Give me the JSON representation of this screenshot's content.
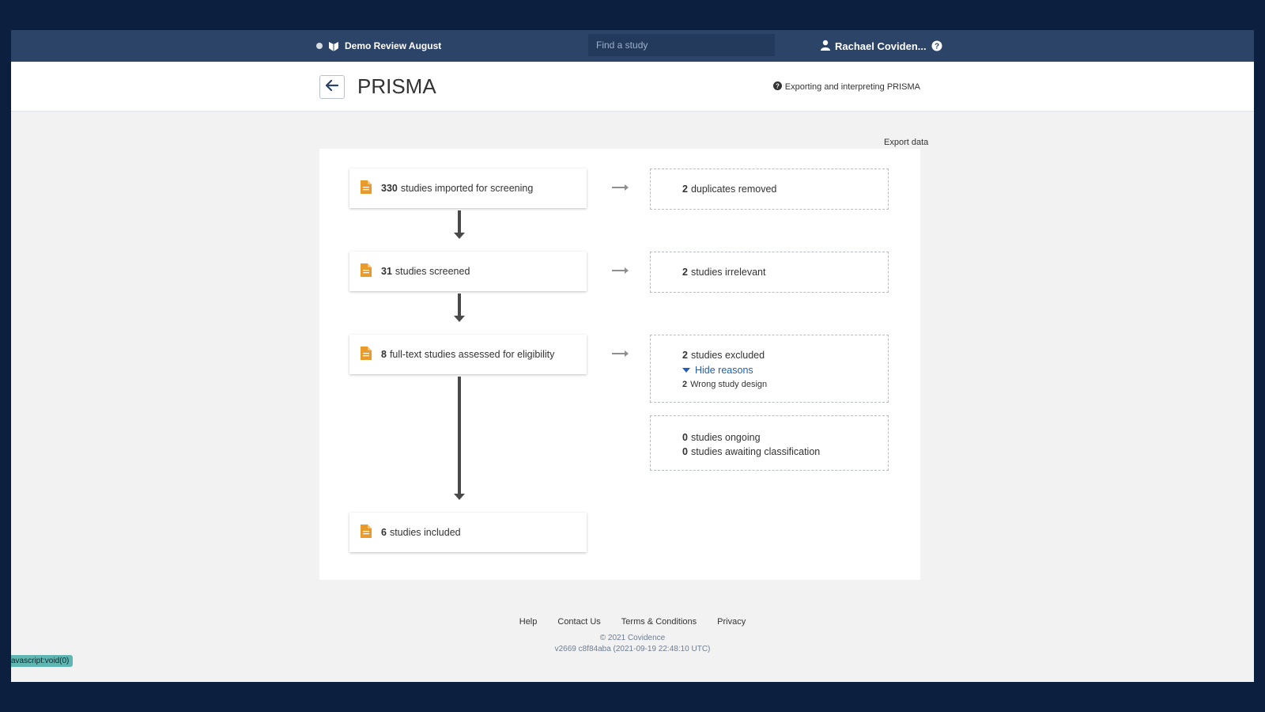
{
  "topbar": {
    "review_name": "Demo Review August",
    "search_placeholder": "Find a study",
    "user_name": "Rachael Coviden..."
  },
  "header": {
    "title": "PRISMA",
    "help_link": "Exporting and interpreting PRISMA"
  },
  "export_label": "Export data",
  "flow": {
    "imported": {
      "count": "330",
      "text": "studies imported for screening"
    },
    "screened": {
      "count": "31",
      "text": "studies screened"
    },
    "fulltext": {
      "count": "8",
      "text": "full-text studies assessed for eligibility"
    },
    "included": {
      "count": "6",
      "text": "studies included"
    }
  },
  "side": {
    "duplicates": {
      "count": "2",
      "text": "duplicates removed"
    },
    "irrelevant": {
      "count": "2",
      "text": "studies irrelevant"
    },
    "excluded": {
      "count": "2",
      "text": "studies excluded"
    },
    "hide_reasons": "Hide reasons",
    "reason": {
      "count": "2",
      "text": "Wrong study design"
    },
    "ongoing": {
      "count": "0",
      "text": "studies ongoing"
    },
    "awaiting": {
      "count": "0",
      "text": "studies awaiting classification"
    }
  },
  "footer": {
    "links": [
      "Help",
      "Contact Us",
      "Terms & Conditions",
      "Privacy"
    ],
    "copyright": "© 2021 Covidence",
    "version": "v2669 c8f84aba (2021-09-19 22:48:10 UTC)"
  },
  "status_url": "avascript:void(0)",
  "colors": {
    "accent": "#e89a2c",
    "nav": "#2c4468",
    "link": "#1f5fb5"
  }
}
